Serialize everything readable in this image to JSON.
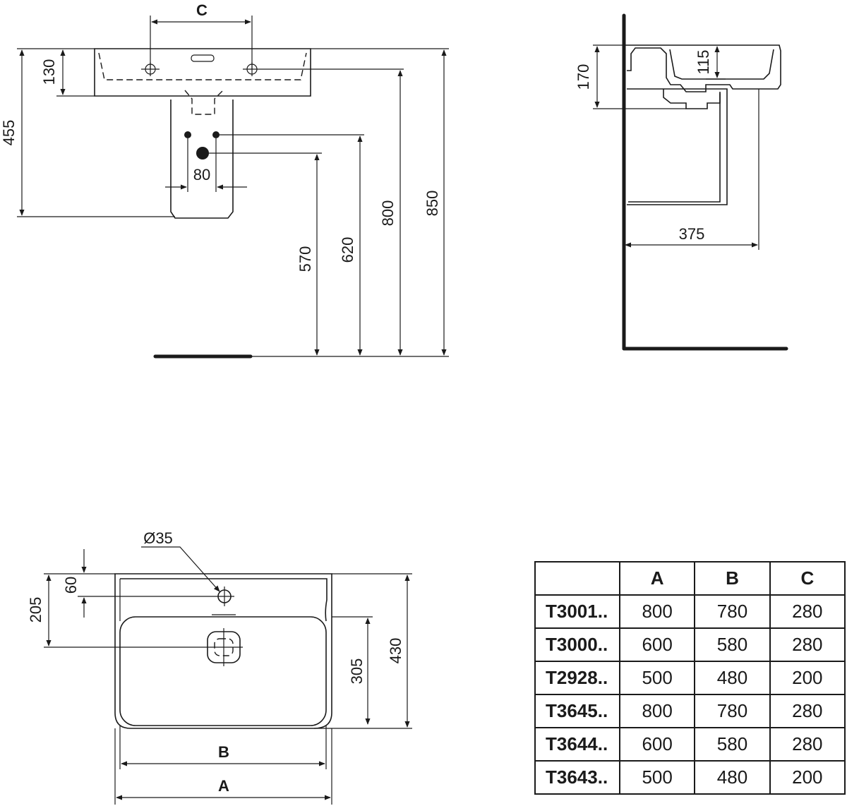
{
  "front_view": {
    "label_c": "C",
    "dims": {
      "overall_height": "455",
      "basin_height": "130",
      "waste_spacing": "80",
      "height_570": "570",
      "height_620": "620",
      "height_800": "800",
      "height_850": "850"
    }
  },
  "side_view": {
    "dims": {
      "depth_170": "170",
      "depth_115": "115",
      "projection_375": "375"
    }
  },
  "plan_view": {
    "tap_hole": "Ø35",
    "dims": {
      "tap_offset": "60",
      "drain_offset": "205",
      "inner_depth": "305",
      "overall_depth": "430"
    },
    "label_b": "B",
    "label_a": "A"
  },
  "table": {
    "headers": [
      "",
      "A",
      "B",
      "C"
    ],
    "rows": [
      {
        "code": "T3001..",
        "a": "800",
        "b": "780",
        "c": "280"
      },
      {
        "code": "T3000..",
        "a": "600",
        "b": "580",
        "c": "280"
      },
      {
        "code": "T2928..",
        "a": "500",
        "b": "480",
        "c": "200"
      },
      {
        "code": "T3645..",
        "a": "800",
        "b": "780",
        "c": "280"
      },
      {
        "code": "T3644..",
        "a": "600",
        "b": "580",
        "c": "280"
      },
      {
        "code": "T3643..",
        "a": "500",
        "b": "480",
        "c": "200"
      }
    ]
  }
}
